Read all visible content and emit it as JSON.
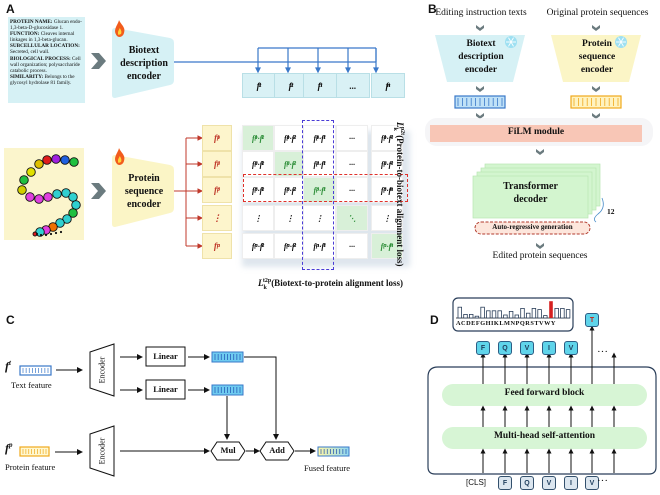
{
  "panels": {
    "a": {
      "label": "A",
      "description_lines": [
        {
          "k": "PROTEIN NAME:",
          "v": " Glucan endo-1,3-beta-D-glucosidase 1."
        },
        {
          "k": "FUNCTION:",
          "v": "  Cleaves internal linkages in 1,3-beta-glucan."
        },
        {
          "k": "SUBCELLULAR LOCATION:",
          "v": " Secreted, cell wall."
        },
        {
          "k": "BIOLOGICAL PROCESS:",
          "v": " Cell wall organization; polysaccharide catabolic process."
        },
        {
          "k": "SIMILARITY:",
          "v": " Belongs to the glycosyl hydrolase 81 family."
        }
      ],
      "text_encoder": [
        "Biotext",
        "description",
        "encoder"
      ],
      "protein_encoder": [
        "Protein",
        "sequence",
        "encoder"
      ],
      "text_feature_labels": [
        "f1t",
        "f2t",
        "f3t",
        "...",
        "fnt"
      ],
      "protein_feature_labels": [
        "f1p",
        "f2p",
        "f3p",
        "⋮",
        "fnp"
      ],
      "matrix": [
        [
          "f1p·f1t",
          "f1p·f2t",
          "f1p·f3t",
          "···",
          "f1p·f4t"
        ],
        [
          "f2p·f1t",
          "f2p·f2t",
          "f2p·f3t",
          "···",
          "f2p·f4t"
        ],
        [
          "f3p·f1t",
          "f3p·f2t",
          "f3p·f3t",
          "···",
          "f3p·fnt"
        ],
        [
          "⋮",
          "⋮",
          "⋮",
          "⋱",
          "⋮"
        ],
        [
          "fnp·f1t",
          "fnp·f2t",
          "fnp·f3t",
          "···",
          "fnp·fnt"
        ]
      ],
      "loss_bottom": "(Biotext-to-protein alignment loss)",
      "loss_bottom_symbol": "L",
      "loss_bottom_sub": "k",
      "loss_bottom_sup": "t2p",
      "loss_right": "(Protein-to-biotext alignment loss)",
      "loss_right_symbol": "L",
      "loss_right_sub": "k",
      "loss_right_sup": "p2t",
      "colors": {
        "text_cell": "#d9f1f5",
        "protein_cell": "#fdf5cc",
        "diag": "#d8f0d8",
        "row_highlight": "#e0312b",
        "col_highlight": "#4a3bd6",
        "arrow_text": "#3a78c9",
        "arrow_protein": "#c0392b"
      }
    },
    "b": {
      "label": "B",
      "input_text": "Editing instruction texts",
      "input_protein": "Original protein sequences",
      "text_encoder": [
        "Biotext",
        "description",
        "encoder"
      ],
      "protein_encoder": [
        "Protein",
        "sequence",
        "encoder"
      ],
      "film": "FiLM  module",
      "decoder": [
        "Transformer",
        "decoder"
      ],
      "decoder_count": "12",
      "autoregressive": "Auto-regressive generation",
      "output": "Edited protein sequences",
      "colors": {
        "film": "#f8c6b6",
        "decoder": "#d3f5cf",
        "text_enc": "#d6f1f5",
        "protein_enc": "#fbf5c6"
      }
    },
    "c": {
      "label": "C",
      "text_symbol": "f",
      "text_sup": "t",
      "text_feature": "Text feature",
      "protein_symbol": "f",
      "protein_sup": "p",
      "protein_feature": "Protein feature",
      "encoder": "Encoder",
      "linear": "Linear",
      "mul": "Mul",
      "add": "Add",
      "fused_feature": "Fused feature"
    },
    "d": {
      "label": "D",
      "alphabet": "ACDEFGHIKLMNPQRSTVWY",
      "output_tokens": [
        "F",
        "Q",
        "V",
        "I",
        "V",
        "T"
      ],
      "input_prefix": "[CLS]",
      "input_tokens": [
        "F",
        "Q",
        "V",
        "I",
        "V"
      ],
      "ellipsis": "···",
      "ffn": "Feed forward block",
      "attention": "Multi-head self-attention",
      "prob_highlight_letter": "T",
      "colors": {
        "block": "#d7f5d5",
        "token_out": "#5fd4ea",
        "highlight": "#d62020"
      }
    }
  }
}
